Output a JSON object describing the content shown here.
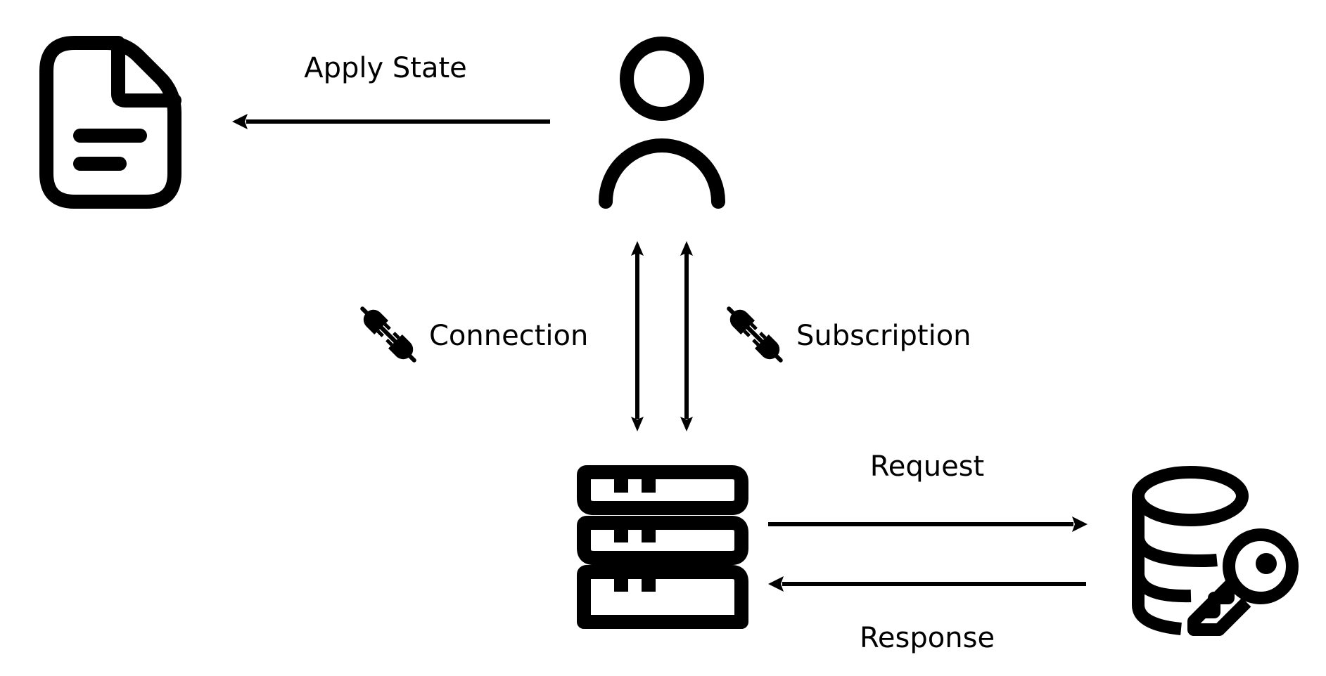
{
  "labels": {
    "apply_state": "Apply State",
    "connection": "Connection",
    "subscription": "Subscription",
    "request": "Request",
    "response": "Response"
  },
  "icons": {
    "document": "document-icon",
    "user": "user-icon",
    "server": "server-icon",
    "database": "database-key-icon",
    "plug": "plug-icon"
  },
  "colors": {
    "stroke": "#000000",
    "background": "#ffffff"
  }
}
